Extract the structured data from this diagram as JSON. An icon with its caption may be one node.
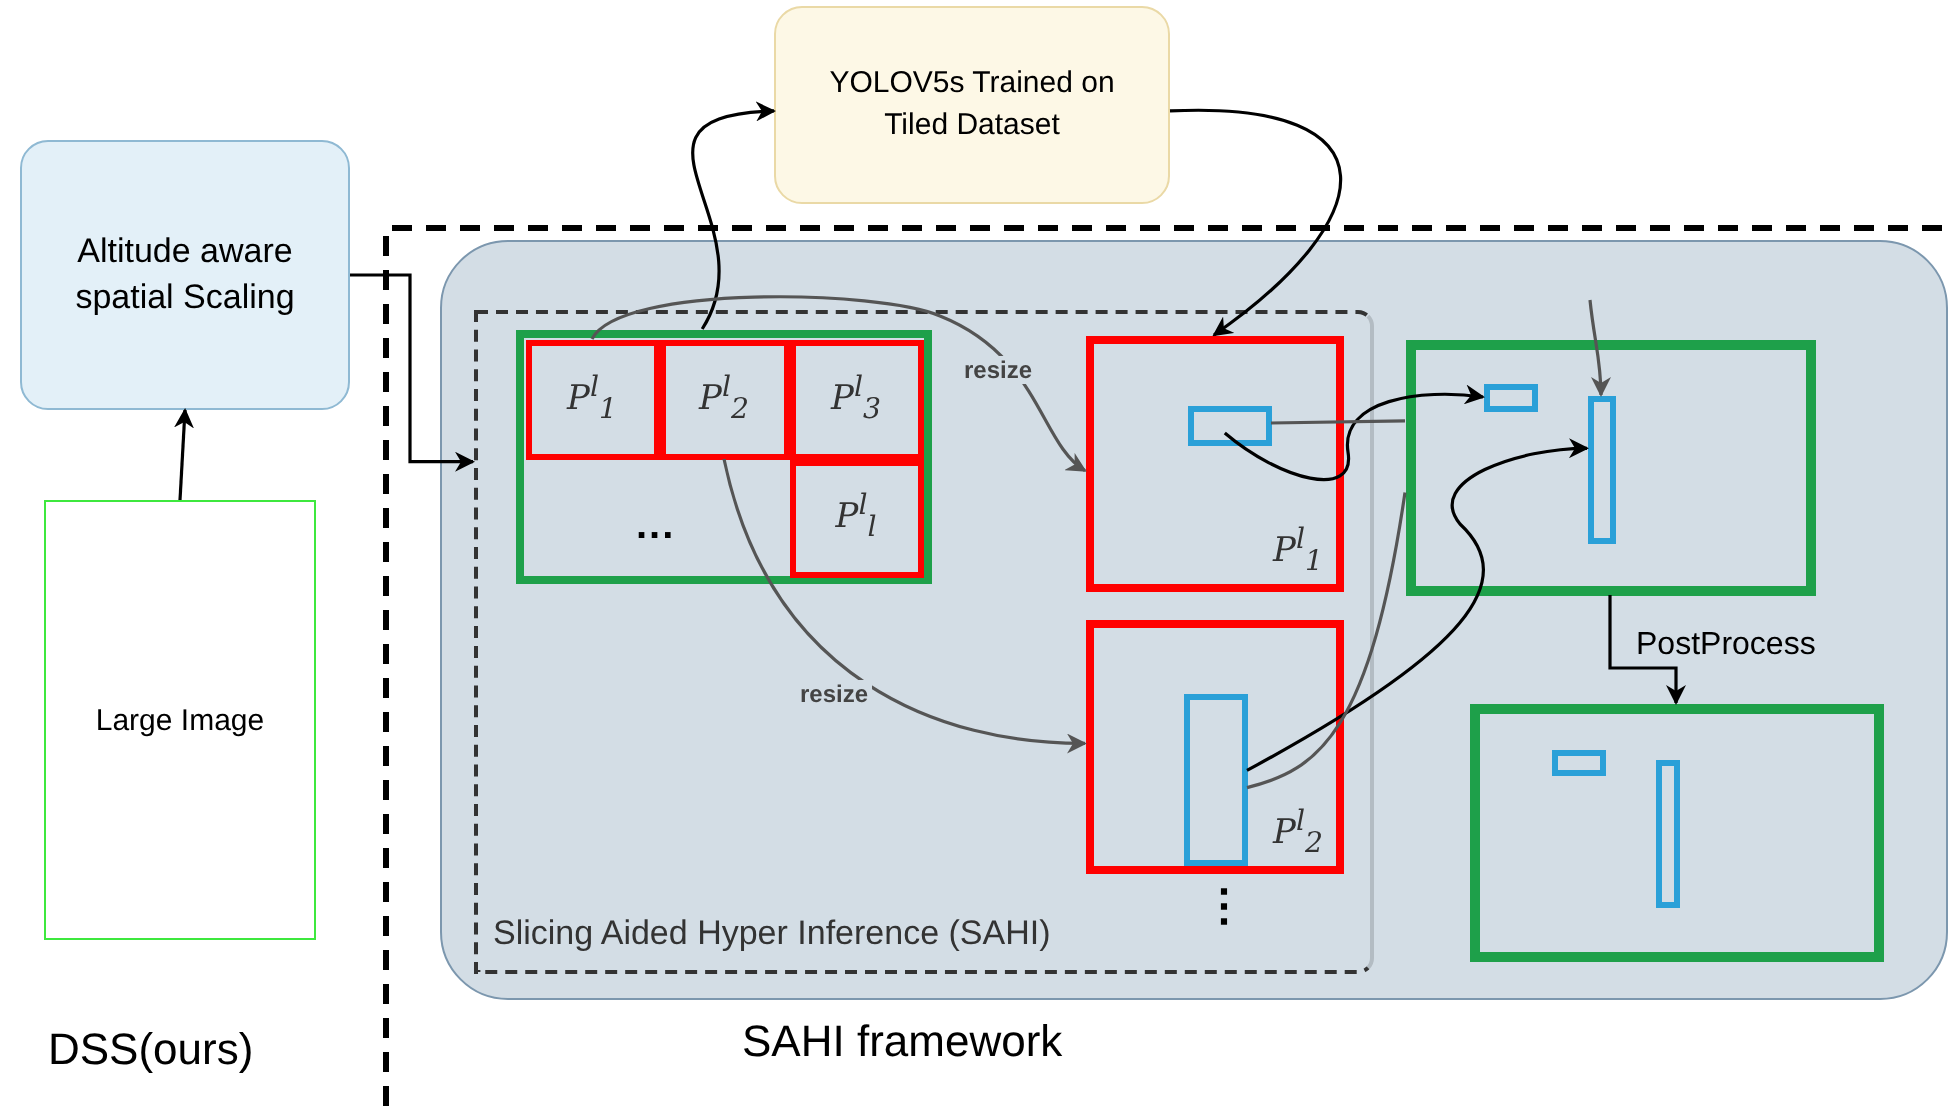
{
  "diagram": {
    "nodes": [
      {
        "text": [
          "Altitude aware spatial Scaling"
        ]
      },
      {
        "text": [
          "Large Image"
        ]
      },
      {
        "text": [
          "YOLOV5s Trained on Tiled Dataset"
        ]
      },
      {
        "text": [
          "SAHI framework"
        ]
      },
      {
        "text": [
          "Slicing Aided Hyper Inference (SAHI)"
        ],
        "in": 3
      },
      {
        "text": [],
        "shape": "box",
        "in": 4
      },
      {
        "text": [
          "P$^{l}$$_{1}$"
        ],
        "in": 5
      },
      {
        "text": [
          "P$^{l}$$_{2}$"
        ],
        "in": 5
      },
      {
        "text": [
          "P$^{l}$$_{3}$"
        ],
        "in": 5
      },
      {
        "text": [
          "P$^{l}$$_{l}$"
        ],
        "in": 5
      },
      {
        "text": [
          "P$^{l}$$_{1}$"
        ],
        "in": 4
      },
      {
        "text": [],
        "shape": "box",
        "in": 10
      },
      {
        "text": [
          "P$^{l}$$_{2}$"
        ],
        "in": 4
      },
      {
        "text": [],
        "shape": "box",
        "in": 12
      },
      {
        "text": [],
        "shape": "box",
        "in": 3
      },
      {
        "text": [],
        "shape": "box",
        "in": 14
      },
      {
        "text": [],
        "shape": "box",
        "in": 14
      },
      {
        "text": [],
        "shape": "box",
        "in": 3
      },
      {
        "text": [],
        "shape": "box",
        "in": 17
      },
      {
        "text": [],
        "shape": "box",
        "in": 17
      }
    ],
    "edges": [
      {
        "from": 1,
        "to": 0,
        "arrow": "to"
      },
      {
        "from": 0,
        "to": 4,
        "arrow": "to"
      },
      {
        "from": 5,
        "to": 2,
        "arrow": "to"
      },
      {
        "from": 2,
        "to": 10,
        "arrow": "to"
      },
      {
        "from": 6,
        "to": 10,
        "arrow": "to",
        "label": "resize",
        "color": "#555555"
      },
      {
        "from": 7,
        "to": 12,
        "arrow": "to",
        "label": "resize",
        "color": "#555555"
      },
      {
        "from": 11,
        "to": 15,
        "arrow": "to"
      },
      {
        "from": 13,
        "to": 16,
        "arrow": "to"
      },
      {
        "from": null,
        "to": 16,
        "arrow": "to",
        "color": "#555555"
      },
      {
        "from": 11,
        "to": 14,
        "arrow": "none",
        "color": "#555555"
      },
      {
        "from": 13,
        "to": 14,
        "arrow": "none",
        "color": "#555555"
      },
      {
        "from": 14,
        "to": 17,
        "arrow": "to",
        "label": "PostProcess"
      }
    ],
    "labels": [
      "...",
      "⋮",
      "DSS(ours)"
    ]
  }
}
